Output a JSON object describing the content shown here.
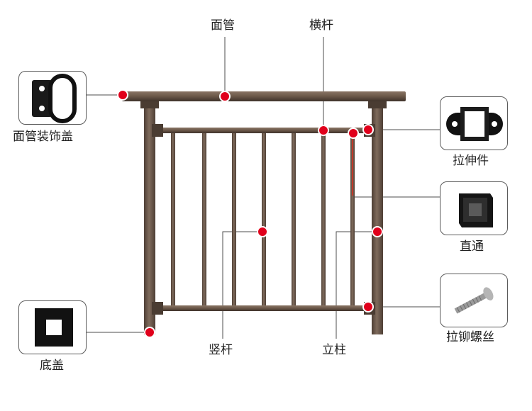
{
  "labels": {
    "handrail": "面管",
    "crossbar": "横杆",
    "handrail_cover": "面管装饰盖",
    "tension_fitting": "拉伸件",
    "straight_connector": "直通",
    "base_cover": "底盖",
    "baluster": "竖杆",
    "post": "立柱",
    "rivet_screw": "拉铆螺丝"
  },
  "colors": {
    "metal": "#6e5b4d",
    "metal_dark": "#4a3c32",
    "marker": "#e0001b",
    "leader": "#4d4d4d",
    "accent_stripe": "#c0392b"
  }
}
